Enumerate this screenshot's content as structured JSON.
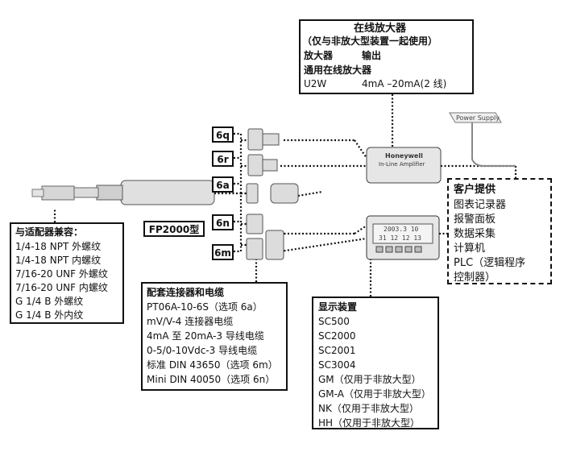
{
  "amplifier_box": {
    "title": "在线放大器",
    "subtitle": "（仅与非放大型装置一起使用）",
    "col_header_left": "放大器",
    "col_header_right": "输出",
    "general": "通用在线放大器",
    "model": "U2W",
    "output": "4mA –20mA(2 线)"
  },
  "adapter_box": {
    "title": "与适配器兼容：",
    "items": [
      "1/4-18 NPT 外螺纹",
      "1/4-18 NPT 内螺纹",
      "7/16-20 UNF 外螺纹",
      "7/16-20 UNF 内螺纹",
      "G 1/4 B 外螺纹",
      "G 1/4 B 外内纹"
    ]
  },
  "product_label": "FP2000型",
  "options": [
    "6q",
    "6r",
    "6a",
    "6n",
    "6m"
  ],
  "connector_box": {
    "title": "配套连接器和电缆",
    "items": [
      "PT06A-10-6S（选项 6a）",
      "mV/V-4 连接器电缆",
      "4mA 至 20mA-3 导线电缆",
      "0-5/0-10Vdc-3 导线电缆",
      "标准 DIN 43650（选项 6m）",
      "Mini DIN 40050（选项 6n）"
    ]
  },
  "display_box": {
    "title": "显示装置",
    "items": [
      "SC500",
      "SC2000",
      "SC2001",
      "SC3004",
      "GM（仅用于非放大型）",
      "GM-A（仅用于非放大型）",
      "NK（仅用于非放大型）",
      "HH（仅用于非放大型）"
    ]
  },
  "customer_box": {
    "title": "客户提供",
    "items": [
      "图表记录器",
      "报警面板",
      "数据采集",
      "计算机",
      "PLC（逻辑程序",
      "控制器）"
    ]
  },
  "power_supply_label": "Power Supply",
  "amplifier_device": {
    "brand": "Honeywell",
    "name": "In-Line Amplifier"
  },
  "display_device": {
    "line1": "2003.3  10",
    "line2": "31  12  12  13"
  }
}
